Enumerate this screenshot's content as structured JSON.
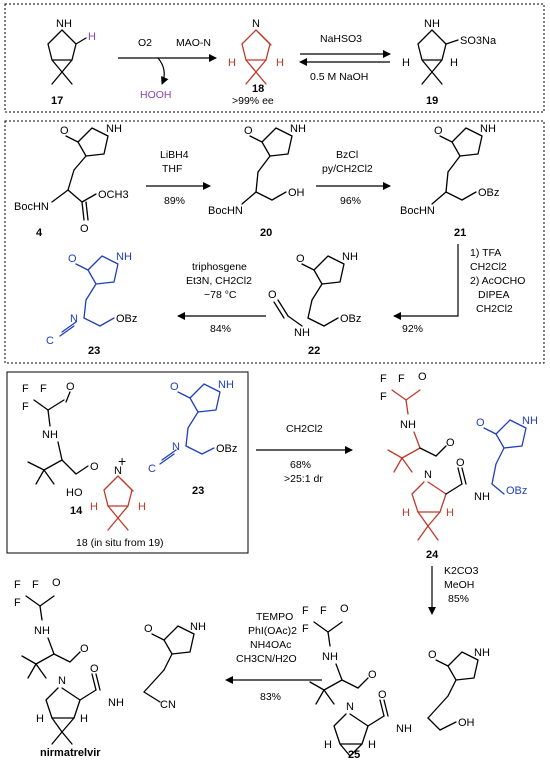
{
  "scheme1": {
    "cmp17": "17",
    "reagent_o2": "O2",
    "enzyme": "MAO-N",
    "byproduct": "HOOH",
    "cmp18": "18",
    "ee": ">99% ee",
    "reagent_fwd": "NaHSO3",
    "reagent_rev": "0.5 M NaOH",
    "cmp19": "19",
    "so3na": "SO3Na"
  },
  "scheme2": {
    "cmp4": "4",
    "s1_reagents": [
      "LiBH4",
      "THF"
    ],
    "s1_yield": "89%",
    "cmp20": "20",
    "s2_reagents": [
      "BzCl",
      "py/CH2Cl2"
    ],
    "s2_yield": "96%",
    "cmp21": "21",
    "s3_reagents": [
      "1) TFA",
      "CH2Cl2",
      "2) AcOCHO",
      "DIPEA",
      "CH2Cl2"
    ],
    "s3_yield": "92%",
    "cmp22": "22",
    "s4_reagents": [
      "triphosgene",
      "Et3N, CH2Cl2",
      "−78 °C"
    ],
    "s4_yield": "84%",
    "cmp23": "23"
  },
  "scheme3": {
    "cmp14": "14",
    "plus": "+",
    "cmp23": "23",
    "cmp18_insitu": "18 (in situ from 19)",
    "coupling_solvent": "CH2Cl2",
    "coupling_yield": "68%",
    "coupling_dr": ">25:1 dr",
    "cmp24": "24",
    "deprot_reagents": [
      "K2CO3",
      "MeOH"
    ],
    "deprot_yield": "85%",
    "cmp25": "25",
    "final_reagents": [
      "TEMPO",
      "PhI(OAc)2",
      "NH4OAc",
      "CH3CN/H2O"
    ],
    "final_yield": "83%",
    "product": "nirmatrelvir"
  },
  "atoms": {
    "nh": "NH",
    "n": "N",
    "h": "H",
    "o": "O",
    "f": "F",
    "ho": "HO",
    "oh": "OH",
    "bochn": "BocHN",
    "och3": "OCH3",
    "obz": "OBz",
    "cn": "CN",
    "c": "C",
    "nplus": "N",
    "cminus": "C"
  }
}
